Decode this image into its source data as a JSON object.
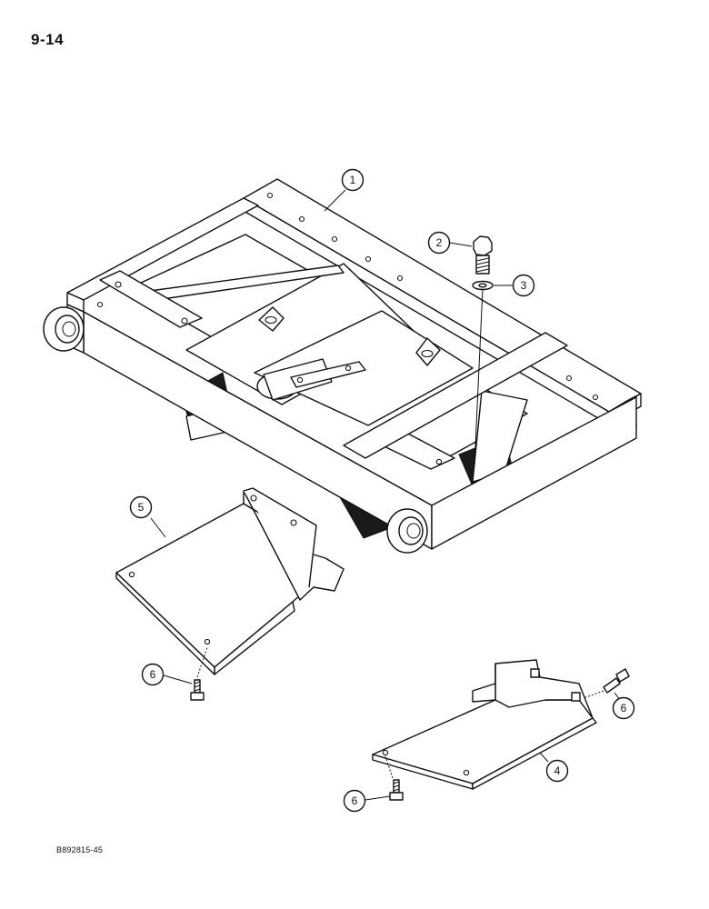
{
  "page_number": "9-14",
  "figure_code": "B892815-45",
  "callouts": [
    {
      "id": "callout-1",
      "label": "1"
    },
    {
      "id": "callout-2",
      "label": "2"
    },
    {
      "id": "callout-3",
      "label": "3"
    },
    {
      "id": "callout-4",
      "label": "4"
    },
    {
      "id": "callout-5",
      "label": "5"
    },
    {
      "id": "callout-6a",
      "label": "6"
    },
    {
      "id": "callout-6b",
      "label": "6"
    },
    {
      "id": "callout-6c",
      "label": "6"
    }
  ]
}
